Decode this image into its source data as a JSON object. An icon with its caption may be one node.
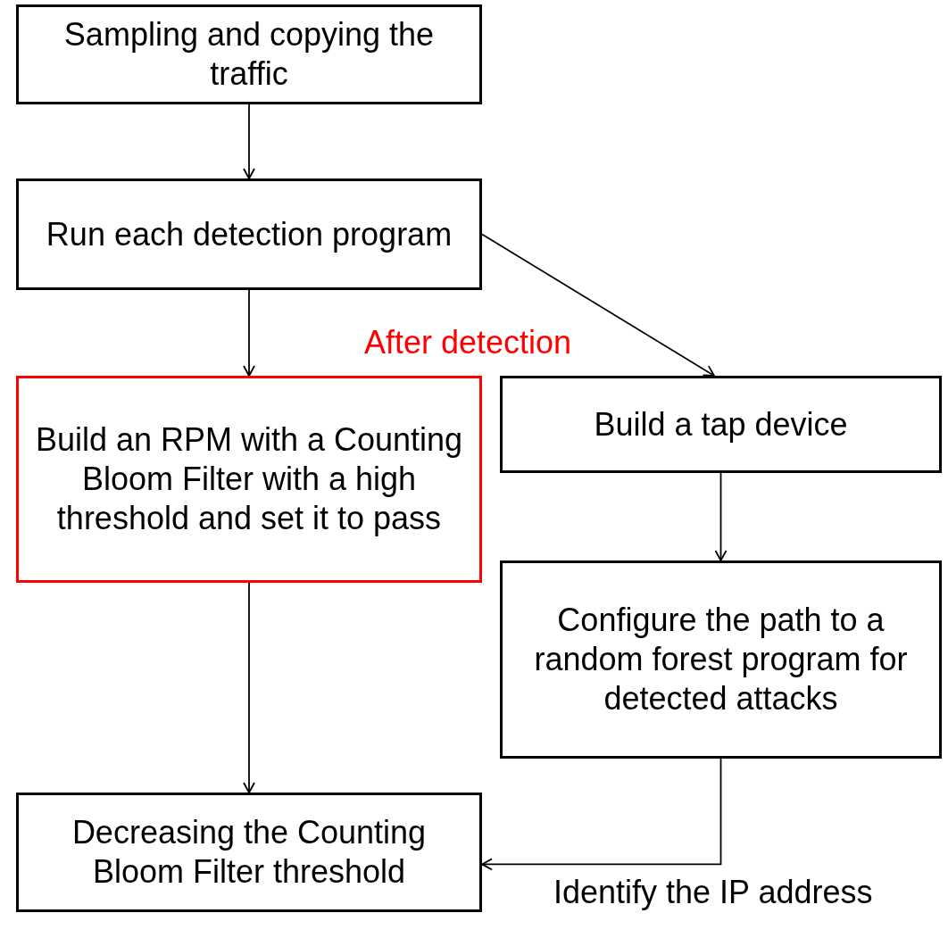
{
  "diagram": {
    "nodes": [
      {
        "text": [
          "Sampling and copying the traffic"
        ]
      },
      {
        "text": [
          "Run each detection program"
        ]
      },
      {
        "text": [
          "Build an RPM with a Counting Bloom Filter with a high threshold and set it to pass"
        ]
      },
      {
        "text": [
          "Build a tap device"
        ]
      },
      {
        "text": [
          "Configure the path to a random forest program for detected attacks"
        ]
      },
      {
        "text": [
          "Decreasing the Counting Bloom Filter threshold"
        ]
      }
    ],
    "edges": [
      {
        "from": 0,
        "to": 1,
        "arrow": "to"
      },
      {
        "from": 1,
        "to": 2,
        "arrow": "to"
      },
      {
        "from": 1,
        "to": 3,
        "arrow": "to"
      },
      {
        "from": 3,
        "to": 4,
        "arrow": "to"
      },
      {
        "from": 2,
        "to": 5,
        "arrow": "to"
      },
      {
        "from": 4,
        "to": 5,
        "arrow": "to"
      }
    ],
    "labels": [
      "After detection",
      "Identify the IP address"
    ]
  }
}
